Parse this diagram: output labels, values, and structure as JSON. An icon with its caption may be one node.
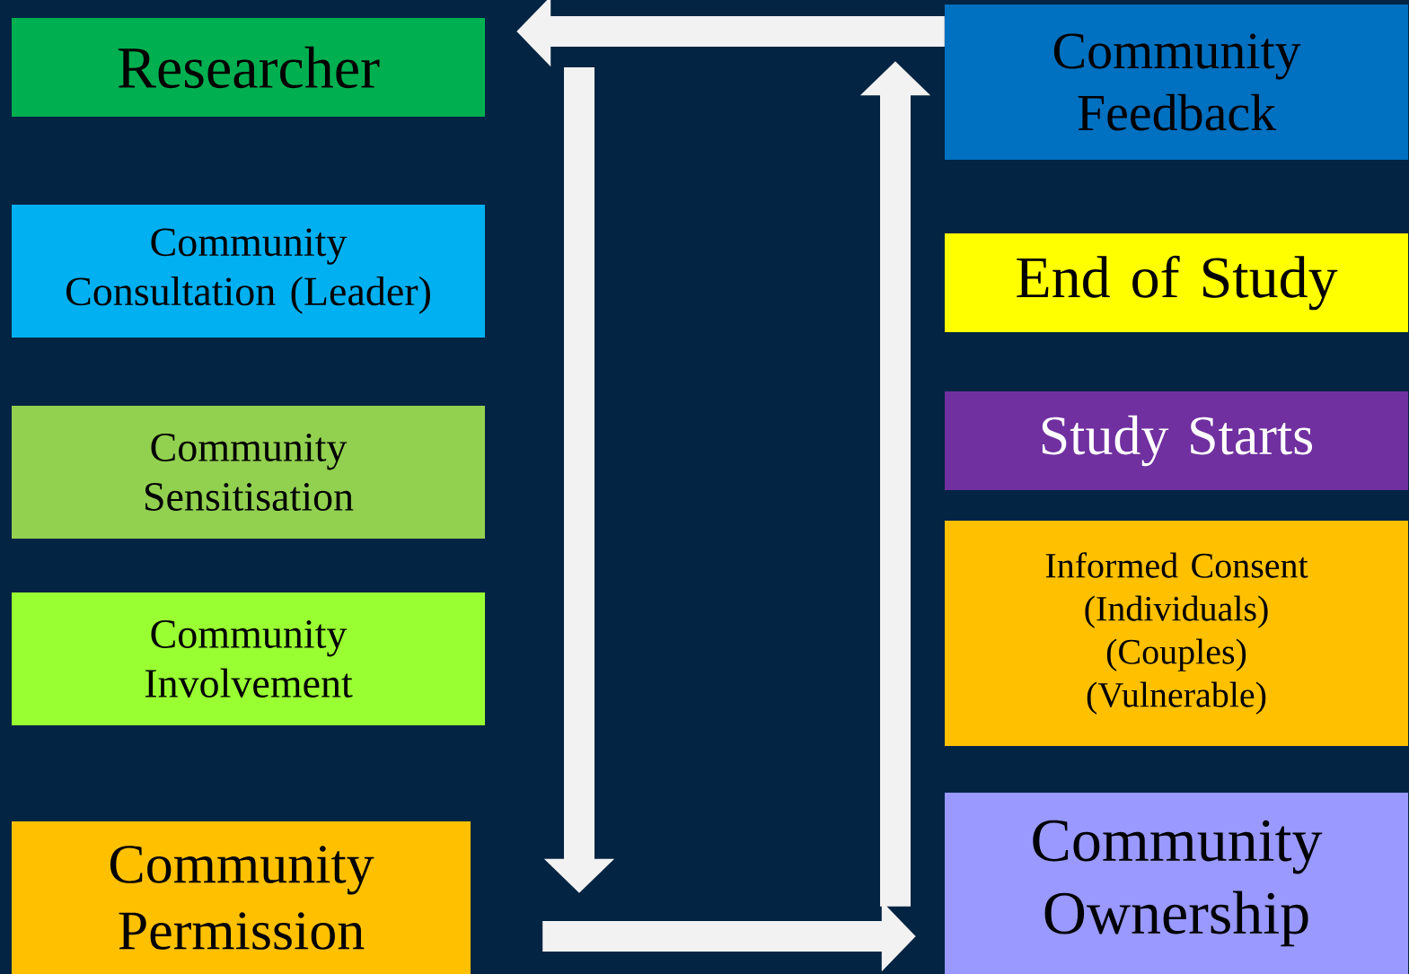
{
  "diagram": {
    "nodes": [
      {
        "text": [
          "Researcher"
        ]
      },
      {
        "text": [
          "Community Consultation (Leader)"
        ]
      },
      {
        "text": [
          "Community Sensitisation"
        ]
      },
      {
        "text": [
          "Community Involvement"
        ]
      },
      {
        "text": [
          "Community Permission"
        ]
      },
      {
        "text": [
          "Community Feedback"
        ]
      },
      {
        "text": [
          "End of Study"
        ]
      },
      {
        "text": [
          "Study Starts"
        ]
      },
      {
        "text": [
          "Informed Consent (Individuals) (Couples) (Vulnerable)"
        ]
      },
      {
        "text": [
          "Community Ownership"
        ]
      }
    ],
    "edges": [
      {
        "from": 5,
        "to": 0,
        "arrow": "to"
      },
      {
        "from": 0,
        "to": 4,
        "arrow": "to"
      },
      {
        "from": 4,
        "to": 9,
        "arrow": "to"
      },
      {
        "from": 9,
        "to": 5,
        "arrow": "to"
      }
    ]
  }
}
